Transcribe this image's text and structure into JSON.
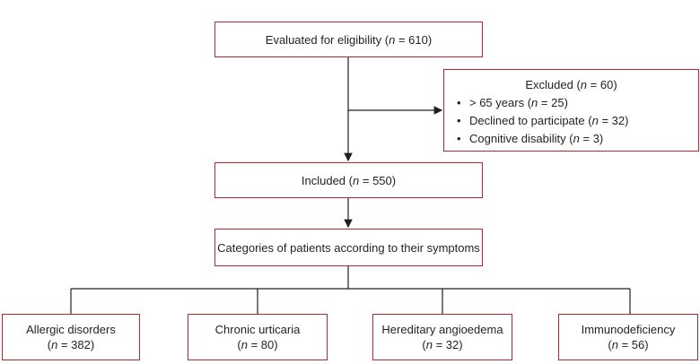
{
  "evaluated": {
    "label": "Evaluated for eligibility",
    "n_text": "n",
    "n_value": "= 610"
  },
  "excluded": {
    "label": "Excluded",
    "n_text": "n",
    "n_value": "= 60",
    "reasons": [
      {
        "text": "> 65 years",
        "n_value": "= 25"
      },
      {
        "text": "Declined to participate",
        "n_value": "= 32"
      },
      {
        "text": "Cognitive disability",
        "n_value": "= 3"
      }
    ]
  },
  "included": {
    "label": "Included",
    "n_text": "n",
    "n_value": "= 550"
  },
  "categories": {
    "label": "Categories of patients according to their symptoms"
  },
  "groups": [
    {
      "label": "Allergic disorders",
      "n_value": "= 382"
    },
    {
      "label": "Chronic urticaria",
      "n_value": "= 80"
    },
    {
      "label": "Hereditary angioedema",
      "n_value": "= 32"
    },
    {
      "label": "Immunodeficiency",
      "n_value": "= 56"
    }
  ],
  "colors": {
    "border": "#b5282f",
    "line": "#231f20"
  }
}
